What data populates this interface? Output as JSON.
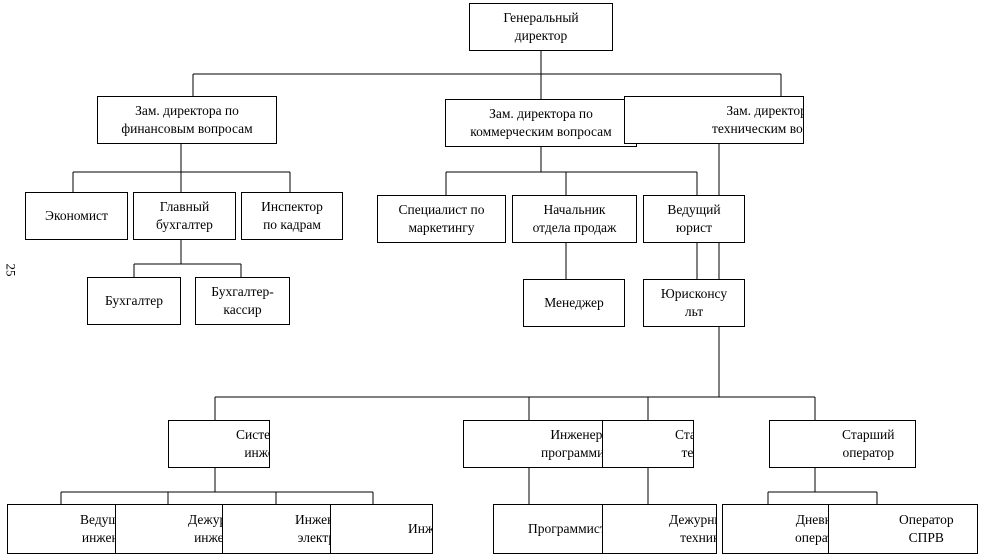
{
  "diagram": {
    "type": "org-chart",
    "page_number": "25",
    "nodes": [
      {
        "id": "gen-director",
        "label": "Генеральный\nдиректор"
      },
      {
        "id": "deputy-finance",
        "label": "Зам. директора по\nфинансовым вопросам"
      },
      {
        "id": "deputy-commerce",
        "label": "Зам. директора по\nкоммерческим вопросам"
      },
      {
        "id": "deputy-tech",
        "label": "Зам. директора по\nтехническим вопросам"
      },
      {
        "id": "economist",
        "label": "Экономист"
      },
      {
        "id": "chief-accountant",
        "label": "Главный\nбухгалтер"
      },
      {
        "id": "hr-inspector",
        "label": "Инспектор\nпо кадрам"
      },
      {
        "id": "accountant",
        "label": "Бухгалтер"
      },
      {
        "id": "accountant-cashier",
        "label": "Бухгалтер-\nкассир"
      },
      {
        "id": "marketing-specialist",
        "label": "Специалист по\nмаркетингу"
      },
      {
        "id": "sales-head",
        "label": "Начальник\nотдела продаж"
      },
      {
        "id": "lead-lawyer",
        "label": "Ведущий\nюрист"
      },
      {
        "id": "manager",
        "label": "Менеджер"
      },
      {
        "id": "legal-adviser",
        "label": "Юрисконсу\nльт"
      },
      {
        "id": "system-engineer",
        "label": "Системный\nинженер"
      },
      {
        "id": "engineer-programmer",
        "label": "Инженер-\nпрограммист"
      },
      {
        "id": "senior-technician",
        "label": "Старший\nтехник"
      },
      {
        "id": "senior-operator",
        "label": "Старший\nоператор"
      },
      {
        "id": "lead-engineer",
        "label": "Ведущий\nинженер"
      },
      {
        "id": "duty-engineer",
        "label": "Дежурный\nинженер"
      },
      {
        "id": "electrical-engineer",
        "label": "Инженер-\nэлектрик"
      },
      {
        "id": "engineer",
        "label": "Инженер"
      },
      {
        "id": "programmer",
        "label": "Программист"
      },
      {
        "id": "duty-technician",
        "label": "Дежурный\nтехник"
      },
      {
        "id": "day-operator",
        "label": "Дневной\nоператор"
      },
      {
        "id": "sprv-operator",
        "label": "Оператор\nСПРВ"
      }
    ],
    "edges": [
      [
        "gen-director",
        "deputy-finance"
      ],
      [
        "gen-director",
        "deputy-commerce"
      ],
      [
        "gen-director",
        "deputy-tech"
      ],
      [
        "deputy-finance",
        "economist"
      ],
      [
        "deputy-finance",
        "chief-accountant"
      ],
      [
        "deputy-finance",
        "hr-inspector"
      ],
      [
        "chief-accountant",
        "accountant"
      ],
      [
        "chief-accountant",
        "accountant-cashier"
      ],
      [
        "deputy-commerce",
        "marketing-specialist"
      ],
      [
        "deputy-commerce",
        "sales-head"
      ],
      [
        "deputy-commerce",
        "lead-lawyer"
      ],
      [
        "sales-head",
        "manager"
      ],
      [
        "lead-lawyer",
        "legal-adviser"
      ],
      [
        "deputy-tech",
        "system-engineer"
      ],
      [
        "deputy-tech",
        "engineer-programmer"
      ],
      [
        "deputy-tech",
        "senior-technician"
      ],
      [
        "deputy-tech",
        "senior-operator"
      ],
      [
        "system-engineer",
        "lead-engineer"
      ],
      [
        "system-engineer",
        "duty-engineer"
      ],
      [
        "system-engineer",
        "electrical-engineer"
      ],
      [
        "system-engineer",
        "engineer"
      ],
      [
        "engineer-programmer",
        "programmer"
      ],
      [
        "senior-technician",
        "duty-technician"
      ],
      [
        "senior-operator",
        "day-operator"
      ],
      [
        "senior-operator",
        "sprv-operator"
      ]
    ]
  }
}
